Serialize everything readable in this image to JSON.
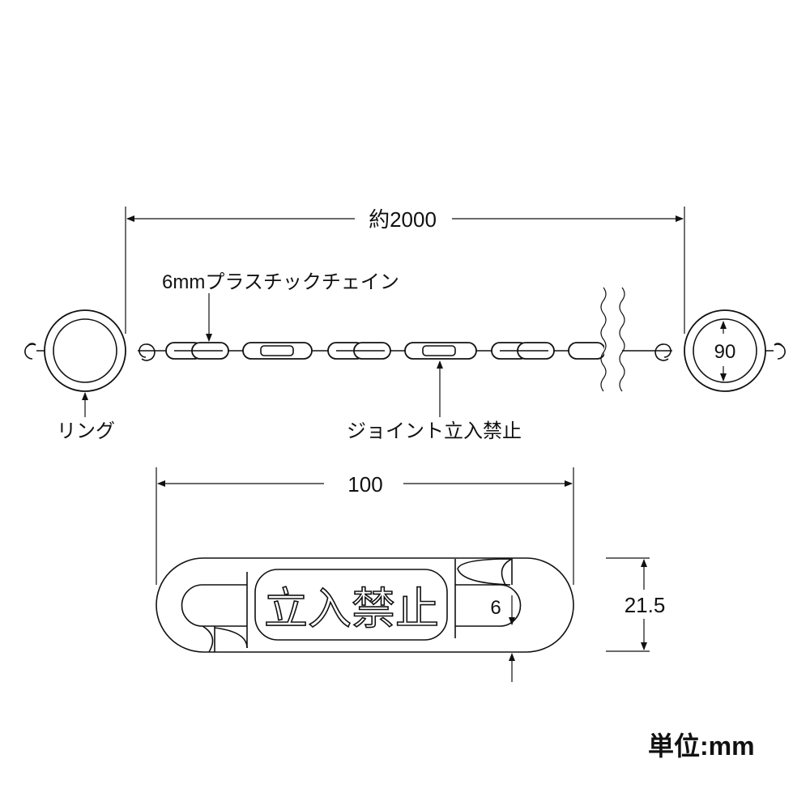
{
  "diagram": {
    "overall_length_label": "約2000",
    "chain_label": "6mmプラスチックチェイン",
    "ring_label": "リング",
    "joint_label": "ジョイント立入禁止",
    "ring_diameter_label": "90",
    "joint_length_label": "100",
    "joint_height_label": "21.5",
    "joint_thickness_label": "6",
    "joint_embossed_text": "立入禁止",
    "unit_label": "単位:mm"
  }
}
